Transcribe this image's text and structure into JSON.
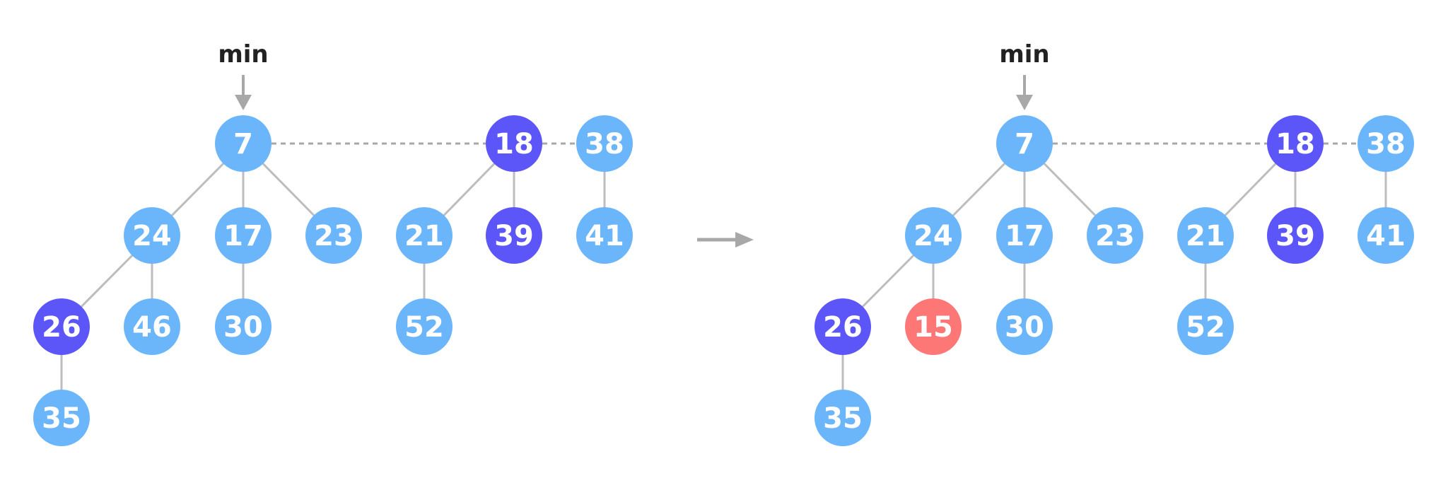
{
  "colors": {
    "regular": "#6bb6fb",
    "marked": "#5c55f7",
    "highlight": "#fd7777",
    "edge": "#bdbdbd",
    "arrow": "#a8a8a8"
  },
  "panels": [
    {
      "min_label": "min",
      "nodes": [
        {
          "id": "7",
          "label": "7",
          "state": "regular"
        },
        {
          "id": "18",
          "label": "18",
          "state": "marked"
        },
        {
          "id": "38",
          "label": "38",
          "state": "regular"
        },
        {
          "id": "24",
          "label": "24",
          "state": "regular"
        },
        {
          "id": "17",
          "label": "17",
          "state": "regular"
        },
        {
          "id": "23",
          "label": "23",
          "state": "regular"
        },
        {
          "id": "21",
          "label": "21",
          "state": "regular"
        },
        {
          "id": "39",
          "label": "39",
          "state": "marked"
        },
        {
          "id": "41",
          "label": "41",
          "state": "regular"
        },
        {
          "id": "26",
          "label": "26",
          "state": "marked"
        },
        {
          "id": "46",
          "label": "46",
          "state": "regular"
        },
        {
          "id": "30",
          "label": "30",
          "state": "regular"
        },
        {
          "id": "52",
          "label": "52",
          "state": "regular"
        },
        {
          "id": "35",
          "label": "35",
          "state": "regular"
        }
      ],
      "edges": [
        [
          "7",
          "24"
        ],
        [
          "7",
          "17"
        ],
        [
          "7",
          "23"
        ],
        [
          "24",
          "26"
        ],
        [
          "24",
          "46"
        ],
        [
          "26",
          "35"
        ],
        [
          "17",
          "30"
        ],
        [
          "18",
          "21"
        ],
        [
          "18",
          "39"
        ],
        [
          "21",
          "52"
        ],
        [
          "38",
          "41"
        ]
      ],
      "root_links": [
        [
          "7",
          "18"
        ],
        [
          "18",
          "38"
        ]
      ]
    },
    {
      "min_label": "min",
      "nodes": [
        {
          "id": "7",
          "label": "7",
          "state": "regular"
        },
        {
          "id": "18",
          "label": "18",
          "state": "marked"
        },
        {
          "id": "38",
          "label": "38",
          "state": "regular"
        },
        {
          "id": "24",
          "label": "24",
          "state": "regular"
        },
        {
          "id": "17",
          "label": "17",
          "state": "regular"
        },
        {
          "id": "23",
          "label": "23",
          "state": "regular"
        },
        {
          "id": "21",
          "label": "21",
          "state": "regular"
        },
        {
          "id": "39",
          "label": "39",
          "state": "marked"
        },
        {
          "id": "41",
          "label": "41",
          "state": "regular"
        },
        {
          "id": "26",
          "label": "26",
          "state": "marked"
        },
        {
          "id": "15",
          "label": "15",
          "state": "highlight"
        },
        {
          "id": "30",
          "label": "30",
          "state": "regular"
        },
        {
          "id": "52",
          "label": "52",
          "state": "regular"
        },
        {
          "id": "35",
          "label": "35",
          "state": "regular"
        }
      ],
      "edges": [
        [
          "7",
          "24"
        ],
        [
          "7",
          "17"
        ],
        [
          "7",
          "23"
        ],
        [
          "24",
          "26"
        ],
        [
          "24",
          "15"
        ],
        [
          "26",
          "35"
        ],
        [
          "17",
          "30"
        ],
        [
          "18",
          "21"
        ],
        [
          "18",
          "39"
        ],
        [
          "21",
          "52"
        ],
        [
          "38",
          "41"
        ]
      ],
      "root_links": [
        [
          "7",
          "18"
        ],
        [
          "18",
          "38"
        ]
      ]
    }
  ]
}
